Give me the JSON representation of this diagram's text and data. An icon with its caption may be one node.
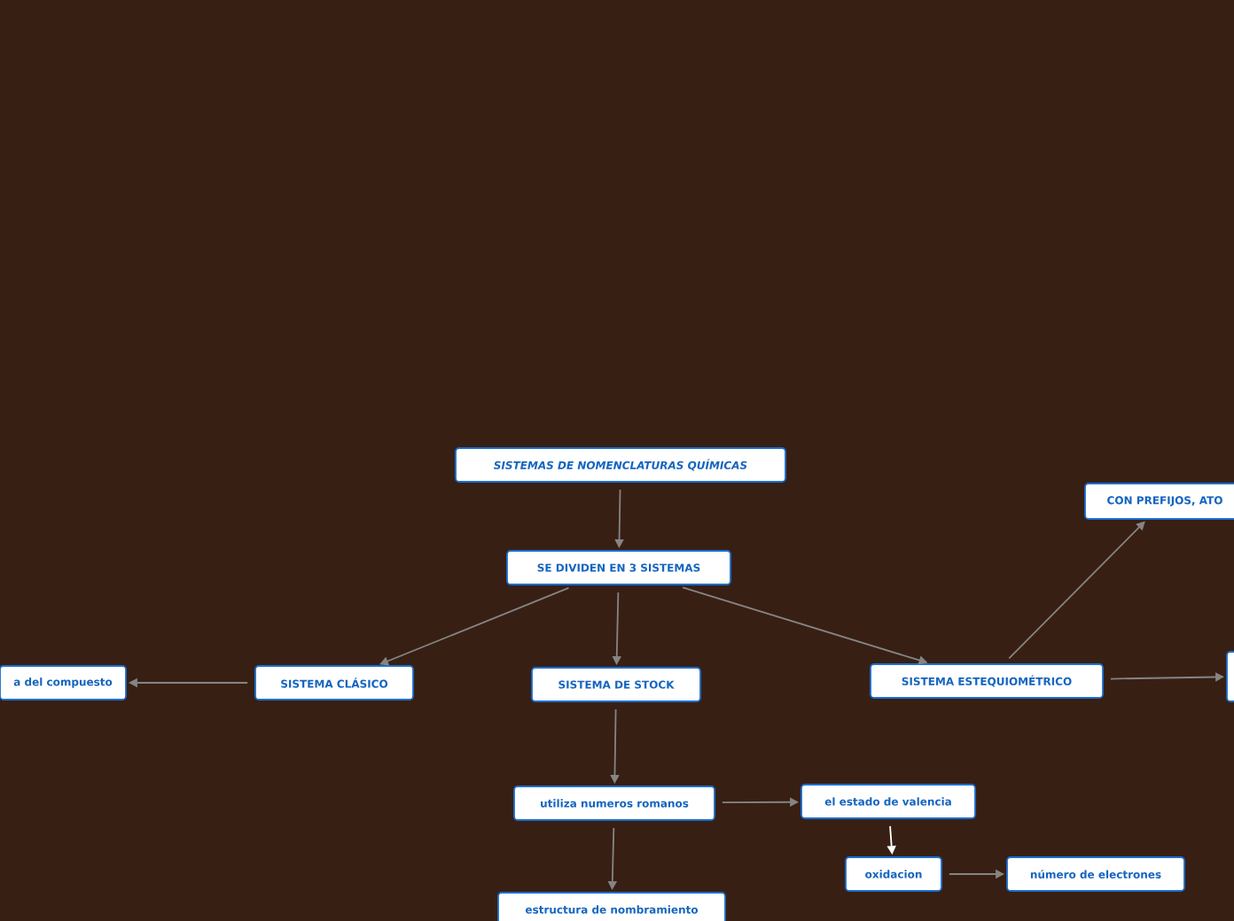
{
  "diagram": {
    "nodes": [
      {
        "text": [
          "SISTEMAS DE NOMENCLATURAS QUÍMICAS"
        ]
      },
      {
        "text": [
          "SE DIVIDEN EN 3 SISTEMAS"
        ]
      },
      {
        "text": [
          "SISTEMA CLÁSICO"
        ]
      },
      {
        "text": [
          "a del compuesto"
        ]
      },
      {
        "text": [
          "SISTEMA DE  STOCK"
        ]
      },
      {
        "text": [
          "SISTEMA ESTEQUIOMÉTRICO"
        ]
      },
      {
        "text": [
          "CON PREFIJOS, ATO"
        ]
      },
      {
        "text": [],
        "shape": "box"
      },
      {
        "text": [
          "utiliza numeros romanos"
        ]
      },
      {
        "text": [
          "el estado de valencia"
        ]
      },
      {
        "text": [
          "oxidacion"
        ]
      },
      {
        "text": [
          "número de electrones"
        ]
      },
      {
        "text": [
          "estructura de nombramiento"
        ]
      }
    ],
    "edges": [
      {
        "from": 0,
        "to": 1,
        "arrow": "to"
      },
      {
        "from": 1,
        "to": 2,
        "arrow": "to"
      },
      {
        "from": 1,
        "to": 4,
        "arrow": "to"
      },
      {
        "from": 1,
        "to": 5,
        "arrow": "to"
      },
      {
        "from": 2,
        "to": 3,
        "arrow": "to"
      },
      {
        "from": 5,
        "to": 6,
        "arrow": "to"
      },
      {
        "from": 5,
        "to": 7,
        "arrow": "to"
      },
      {
        "from": 4,
        "to": 8,
        "arrow": "to"
      },
      {
        "from": 8,
        "to": 9,
        "arrow": "to"
      },
      {
        "from": 8,
        "to": 12,
        "arrow": "to"
      },
      {
        "from": 9,
        "to": 10,
        "arrow": "to",
        "color": "#ffffff"
      },
      {
        "from": 10,
        "to": 11,
        "arrow": "to"
      }
    ]
  }
}
